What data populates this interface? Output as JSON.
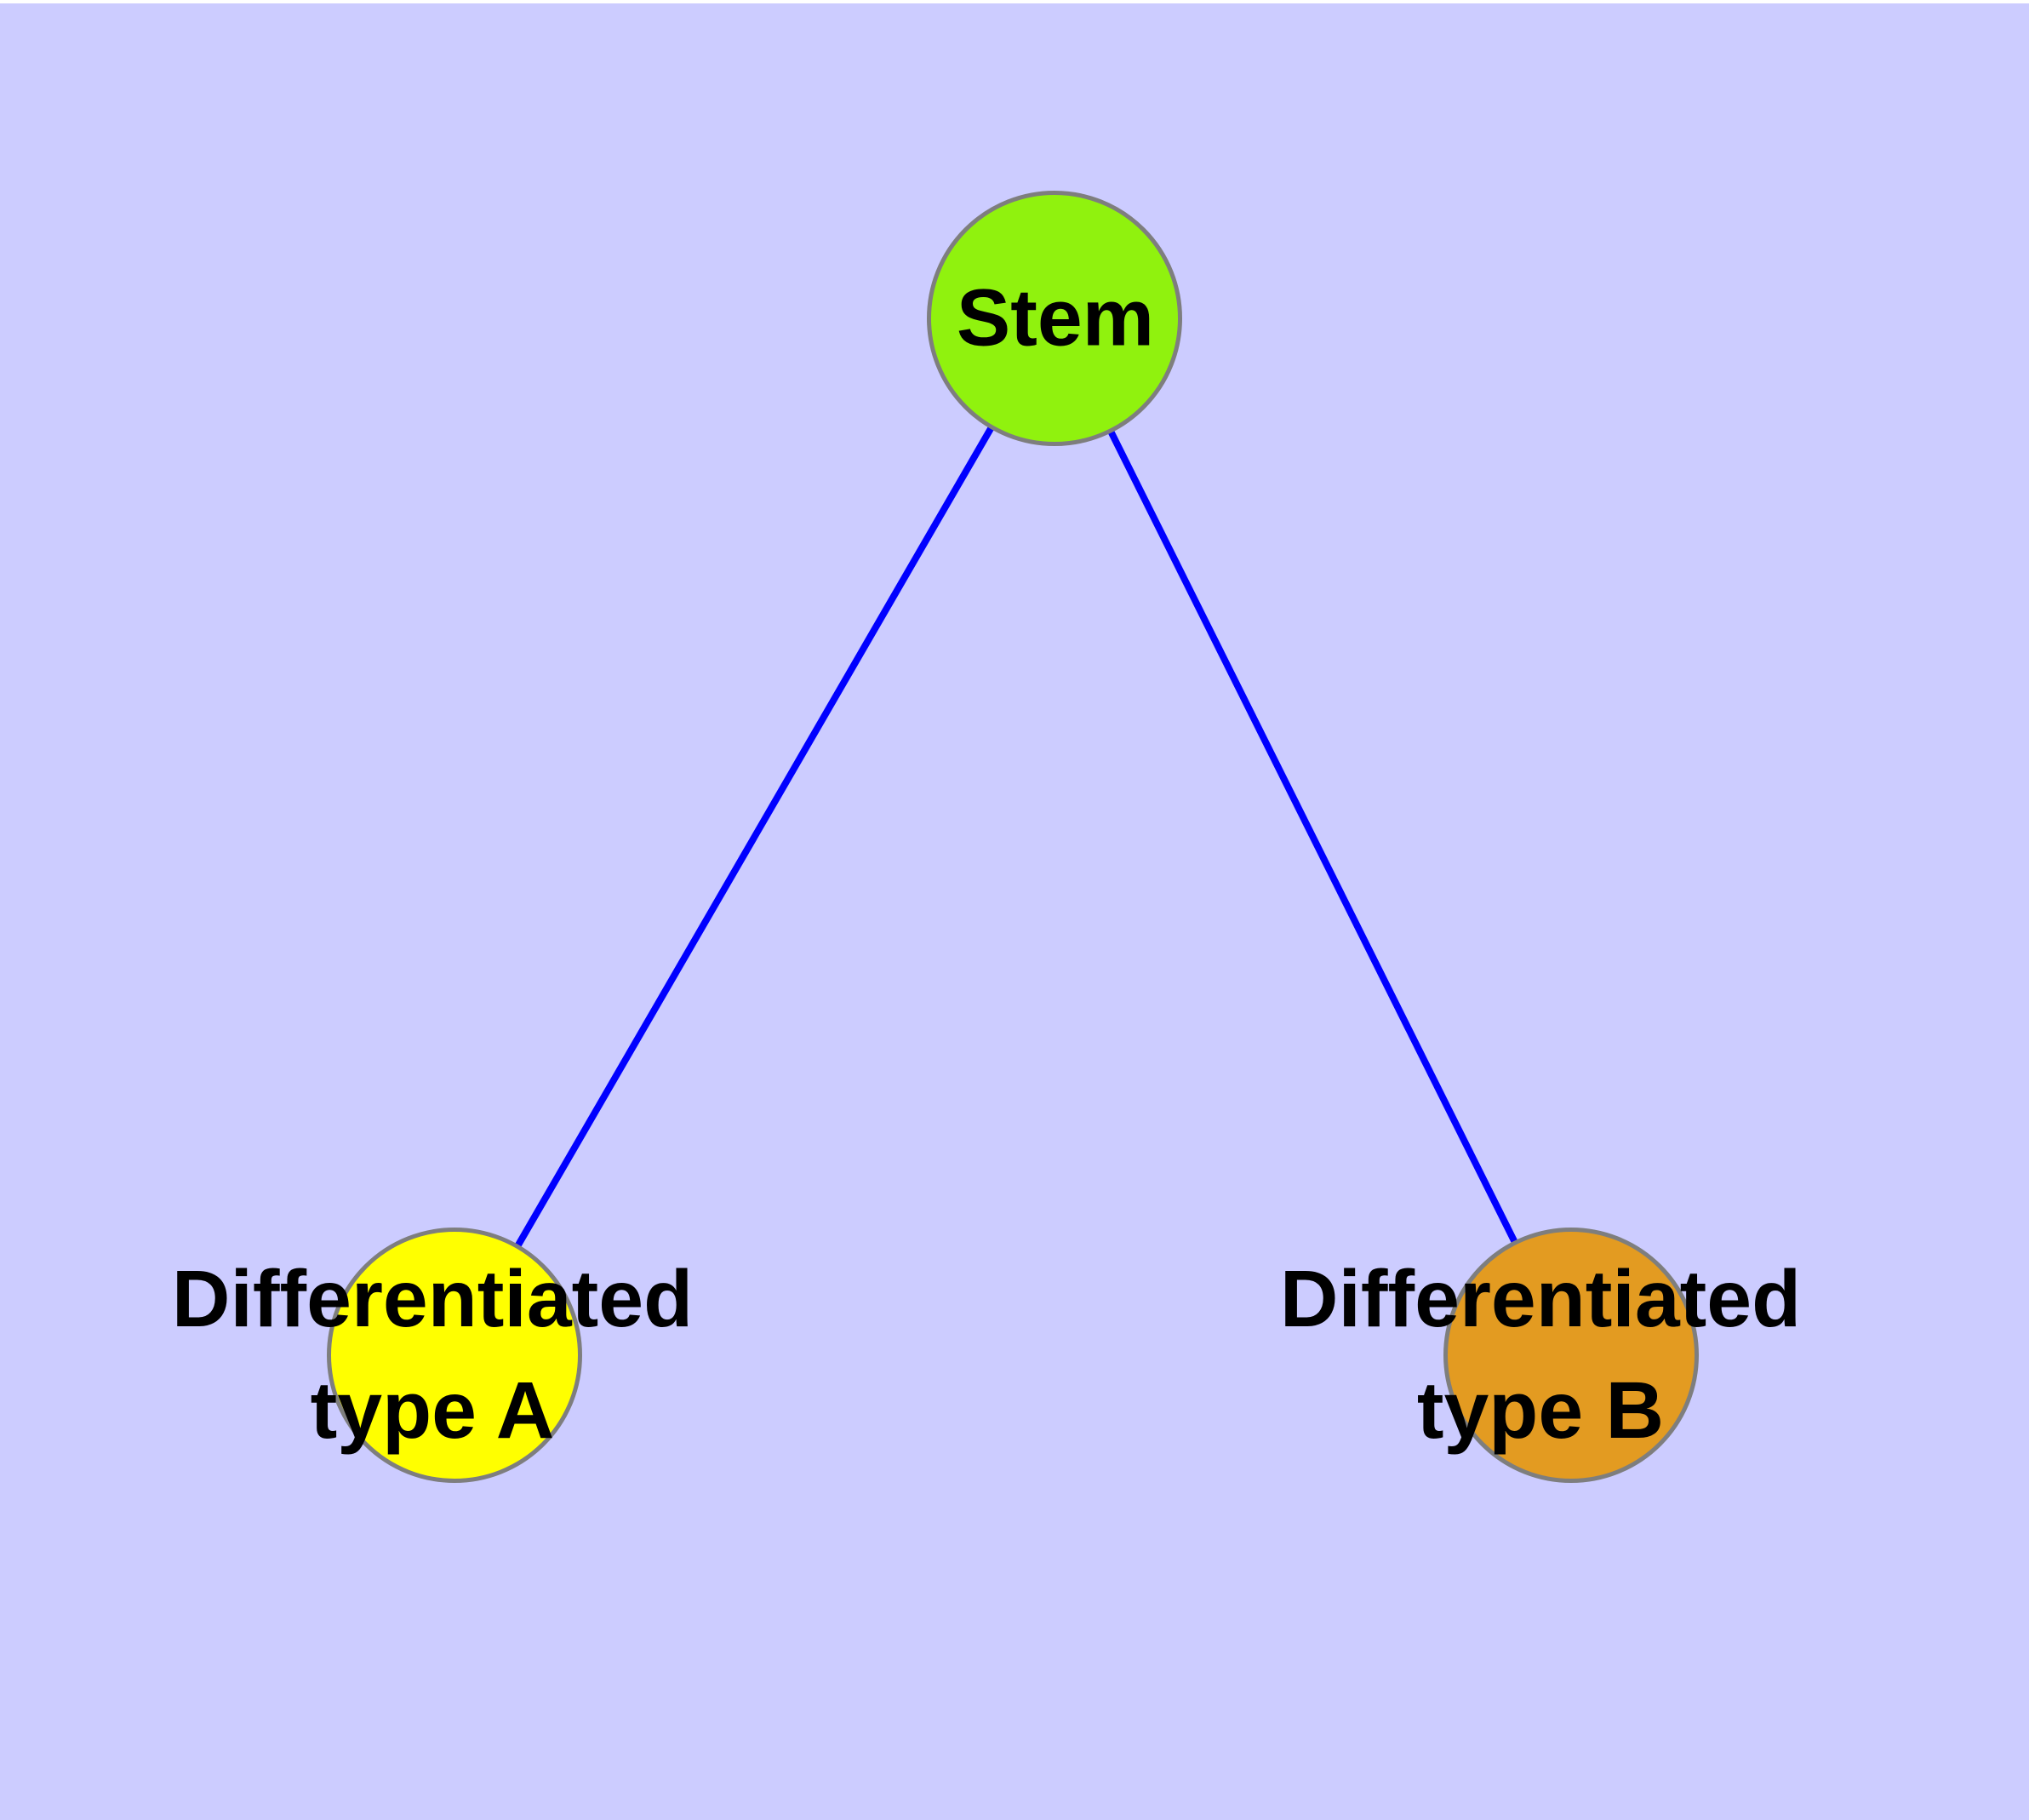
{
  "graph": {
    "background": "#CCCCFF",
    "label_color": "#000000",
    "node_border_color": "#7E7E7E",
    "edge_color": "#0000FF",
    "nodes": [
      {
        "id": "stem",
        "label": "Stem",
        "fill": "#90F20E",
        "border": "#7E7E7E"
      },
      {
        "id": "differentiated-type-a",
        "label": "Differentiated\ntype A",
        "fill": "#FFFF00",
        "border": "#7E7E7E"
      },
      {
        "id": "differentiated-type-b",
        "label": "Differentiated\ntype B",
        "fill": "#E39B21",
        "border": "#7E7E7E"
      }
    ],
    "edges": [
      {
        "from": "Stem",
        "to": "Differentiated type A",
        "color": "#0000FF"
      },
      {
        "from": "Stem",
        "to": "Differentiated type B",
        "color": "#0000FF"
      }
    ]
  }
}
